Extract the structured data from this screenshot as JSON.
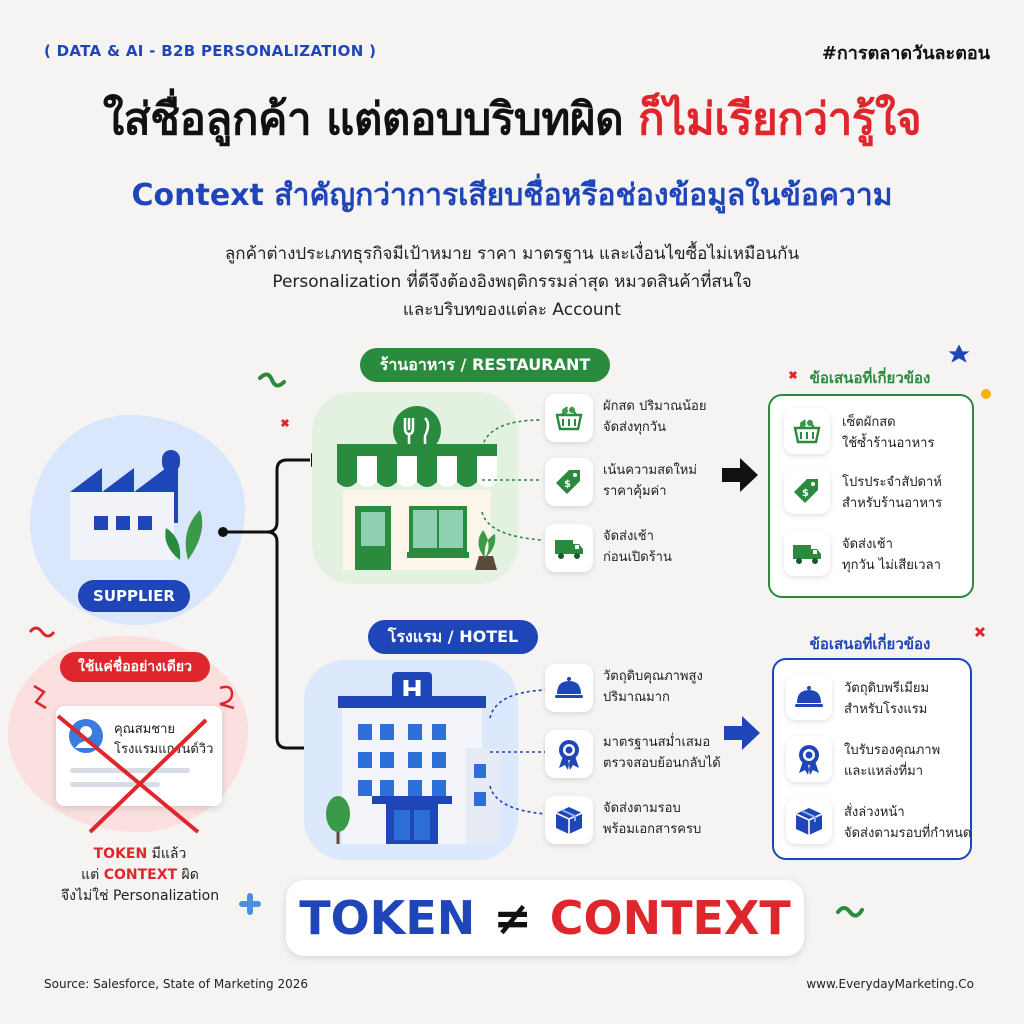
{
  "header": {
    "eyebrow": "( DATA & AI - B2B PERSONALIZATION )",
    "hashtag": "#การตลาดวันละตอน",
    "title_main": "ใส่ชื่อลูกค้า แต่ตอบบริบทผิด ",
    "title_red": "ก็ไม่เรียกว่ารู้ใจ",
    "subtitle": "Context สำคัญกว่าการเสียบชื่อหรือช่องข้อมูลในข้อความ",
    "desc_line1": "ลูกค้าต่างประเภทธุรกิจมีเป้าหมาย ราคา มาตรฐาน และเงื่อนไขซื้อไม่เหมือนกัน",
    "desc_line2": "Personalization ที่ดีจึงต้องอิงพฤติกรรมล่าสุด หมวดสินค้าที่สนใจ",
    "desc_line3": "และบริบทของแต่ละ Account"
  },
  "supplier": {
    "label": "SUPPLIER"
  },
  "restaurant": {
    "label": "ร้านอาหาร / RESTAURANT",
    "features": [
      {
        "icon": "basket-icon",
        "line1": "ผักสด ปริมาณน้อย",
        "line2": "จัดส่งทุกวัน"
      },
      {
        "icon": "price-tag-icon",
        "line1": "เน้นความสดใหม่",
        "line2": "ราคาคุ้มค่า"
      },
      {
        "icon": "truck-icon",
        "line1": "จัดส่งเช้า",
        "line2": "ก่อนเปิดร้าน"
      }
    ],
    "offer_title": "ข้อเสนอที่เกี่ยวข้อง",
    "offers": [
      {
        "icon": "basket-icon",
        "line1": "เซ็ตผักสด",
        "line2": "ใช้ซ้ำร้านอาหาร"
      },
      {
        "icon": "price-tag-icon",
        "line1": "โปรประจำสัปดาห์",
        "line2": "สำหรับร้านอาหาร"
      },
      {
        "icon": "truck-icon",
        "line1": "จัดส่งเช้า",
        "line2": "ทุกวัน ไม่เสียเวลา"
      }
    ],
    "color": "#2a8a3e"
  },
  "hotel": {
    "label": "โรงแรม / HOTEL",
    "sign": "H",
    "features": [
      {
        "icon": "cloche-icon",
        "line1": "วัตถุดิบคุณภาพสูง",
        "line2": "ปริมาณมาก"
      },
      {
        "icon": "award-icon",
        "line1": "มาตรฐานสม่ำเสมอ",
        "line2": "ตรวจสอบย้อนกลับได้"
      },
      {
        "icon": "box-icon",
        "line1": "จัดส่งตามรอบ",
        "line2": "พร้อมเอกสารครบ"
      }
    ],
    "offer_title": "ข้อเสนอที่เกี่ยวข้อง",
    "offers": [
      {
        "icon": "cloche-icon",
        "line1": "วัตถุดิบพรีเมียม",
        "line2": "สำหรับโรงแรม"
      },
      {
        "icon": "award-icon",
        "line1": "ใบรับรองคุณภาพ",
        "line2": "และแหล่งที่มา"
      },
      {
        "icon": "box-icon",
        "line1": "สั่งล่วงหน้า",
        "line2": "จัดส่งตามรอบที่กำหนด"
      }
    ],
    "color": "#1f46b8"
  },
  "token_only": {
    "label": "ใช้แค่ชื่ออย่างเดียว",
    "card_line1": "คุณสมชาย",
    "card_line2": "โรงแรมแกรนด์วิว",
    "note_red1": "TOKEN",
    "note_1": " มีแล้ว",
    "note_2a": "แต่ ",
    "note_red2": "CONTEXT",
    "note_2b": " ผิด",
    "note_3": "จึงไม่ใช่ Personalization"
  },
  "formula": {
    "left": "TOKEN",
    "op": "≠",
    "right": "CONTEXT"
  },
  "footer": {
    "source": "Source: Salesforce, State of Marketing 2026",
    "site": "www.EverydayMarketing.Co"
  },
  "colors": {
    "blue": "#1f46b8",
    "green": "#2a8a3e",
    "red": "#e0262d"
  }
}
